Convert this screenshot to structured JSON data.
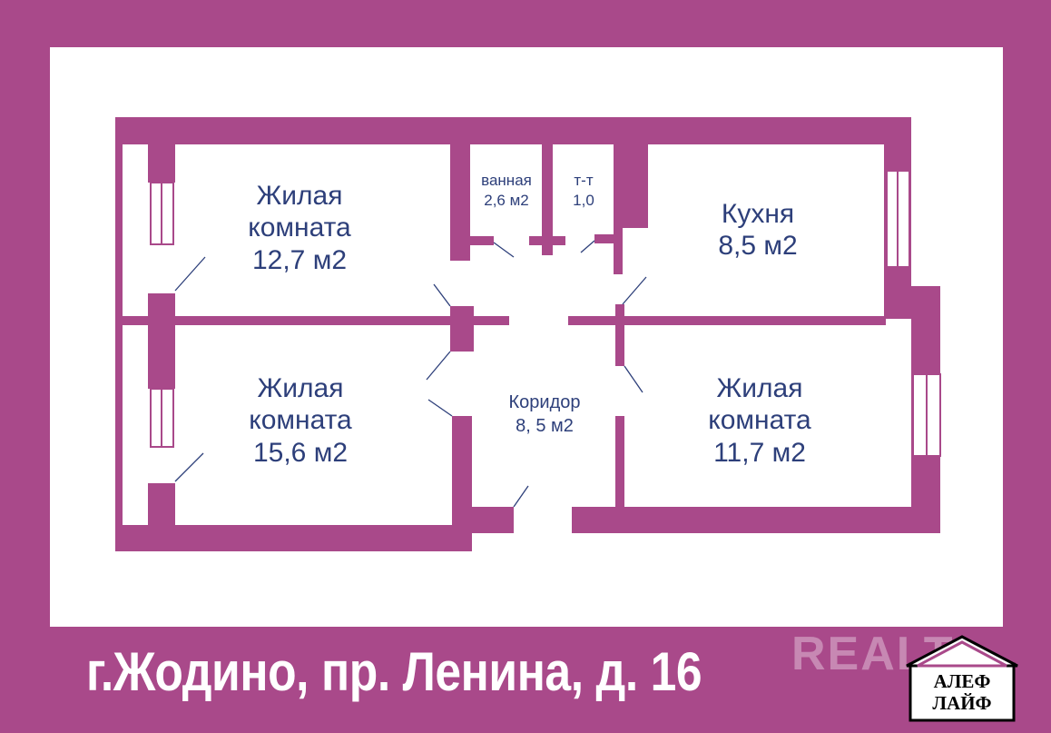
{
  "plan": {
    "rooms": [
      {
        "id": "living-1",
        "name_line1": "Жилая",
        "name_line2": "комната",
        "area": "12,7 м2"
      },
      {
        "id": "living-2",
        "name_line1": "Жилая",
        "name_line2": "комната",
        "area": "15,6 м2"
      },
      {
        "id": "bathroom",
        "name_line1": "ванная",
        "area": "2,6 м2"
      },
      {
        "id": "toilet",
        "name_line1": "т-т",
        "area": "1,0"
      },
      {
        "id": "kitchen",
        "name_line1": "Кухня",
        "area": "8,5 м2"
      },
      {
        "id": "corridor",
        "name_line1": "Коридор",
        "area": "8, 5 м2"
      },
      {
        "id": "living-3",
        "name_line1": "Жилая",
        "name_line2": "комната",
        "area": "11,7 м2"
      }
    ]
  },
  "footer": {
    "address": "г.Жодино, пр. Ленина, д. 16",
    "watermark": "REALT",
    "logo_line1": "АЛЕФ",
    "logo_line2": "ЛАЙФ"
  },
  "colors": {
    "frame": "#a9498a",
    "walls": "#a9498a",
    "label_text": "#2d3f7a",
    "panel": "#ffffff"
  }
}
